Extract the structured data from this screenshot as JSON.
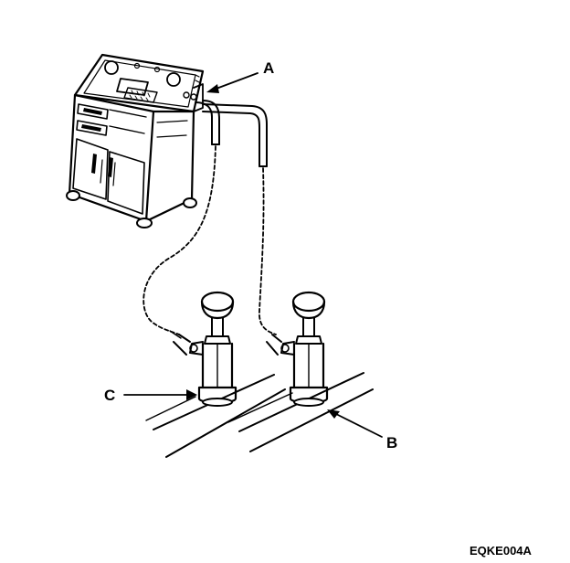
{
  "callouts": {
    "a": "A",
    "b": "B",
    "c": "C"
  },
  "figure_id": "EQKE004A",
  "colors": {
    "ink": "#000000",
    "background": "#ffffff"
  }
}
